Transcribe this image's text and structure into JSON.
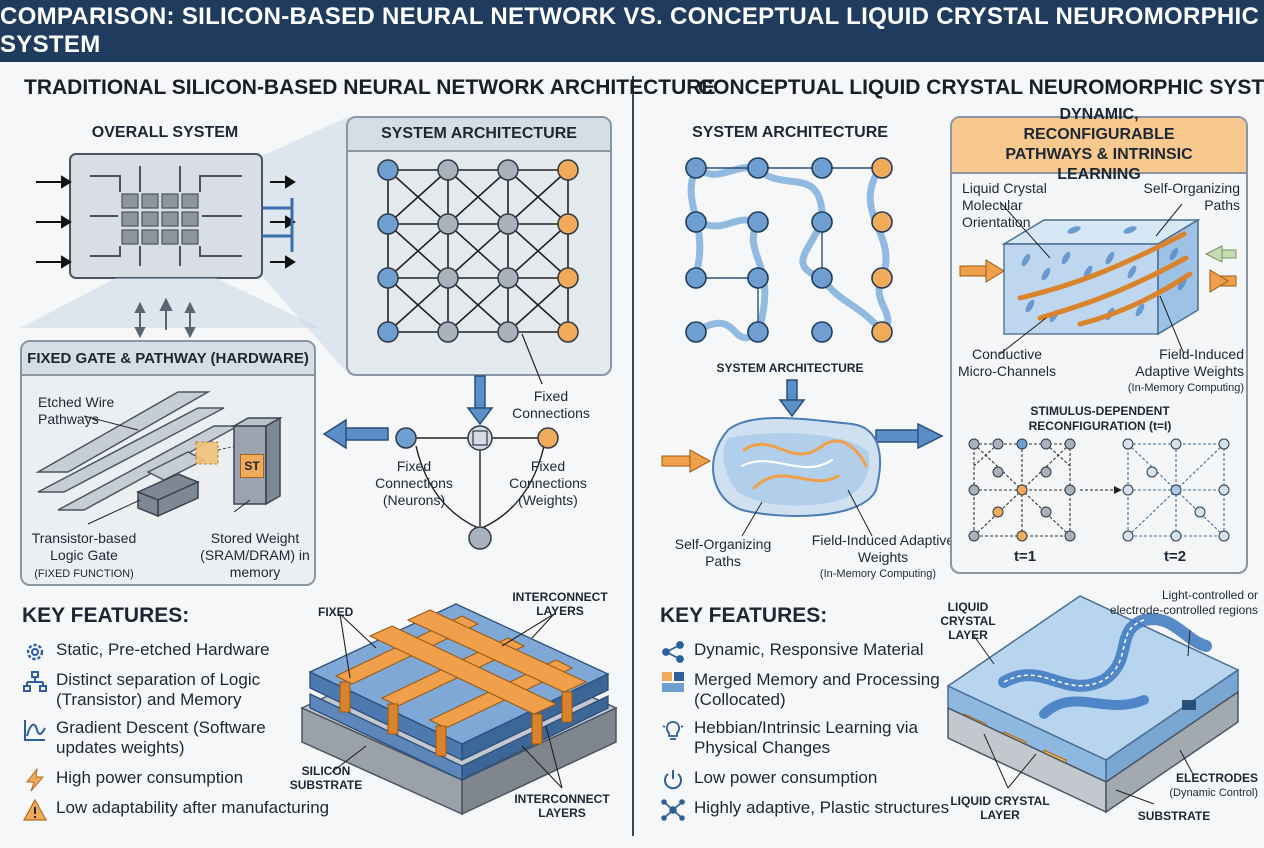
{
  "header": {
    "title": "COMPARISON: SILICON-BASED NEURAL NETWORK VS. CONCEPTUAL LIQUID CRYSTAL NEUROMORPHIC SYSTEM"
  },
  "left": {
    "title": "TRADITIONAL SILICON-BASED NEURAL NETWORK ARCHITECTURE",
    "overall_system": "OVERALL SYSTEM",
    "sys_arch_panel": "SYSTEM ARCHITECTURE",
    "fixed_connections": "Fixed Connections",
    "neurons_label": "Fixed Connections (Neurons)",
    "weights_label": "Fixed Connections (Weights)",
    "gate_panel": {
      "title": "FIXED GATE & PATHWAY (HARDWARE)",
      "etched": "Etched Wire Pathways",
      "transistor": "Transistor-based Logic Gate",
      "fixed_function": "(FIXED FUNCTION)",
      "stored": "Stored Weight (SRAM/DRAM) in memory",
      "chip_text": "ST"
    },
    "features_title": "KEY FEATURES:",
    "features": [
      {
        "icon": "gear-icon",
        "text": "Static, Pre-etched Hardware"
      },
      {
        "icon": "hierarchy-icon",
        "text": "Distinct separation of Logic (Transistor) and Memory"
      },
      {
        "icon": "curve-icon",
        "text": "Gradient Descent (Software updates weights)"
      },
      {
        "icon": "lightning-icon",
        "text": "High power consumption"
      },
      {
        "icon": "warning-icon",
        "text": "Low adaptability after manufacturing"
      }
    ],
    "stack": {
      "fixed": "FIXED",
      "interconnect_top": "INTERCONNECT LAYERS",
      "silicon": "SILICON SUBSTRATE",
      "interconnect_bottom": "INTERCONNECT LAYERS"
    }
  },
  "right": {
    "title": "CONCEPTUAL LIQUID CRYSTAL NEUROMORPHIC SYSTEM",
    "sys_arch": "SYSTEM ARCHITECTURE",
    "sys_arch_small": "SYSTEM ARCHITECTURE",
    "self_org": "Self-Organizing Paths",
    "field_induced": "Field-Induced Adaptive Weights",
    "in_memory": "(In-Memory Computing)",
    "dyn_panel": {
      "title": "DYNAMIC, RECONFIGURABLE PATHWAYS & INTRINSIC LEARNING",
      "lc_orientation": "Liquid Crystal Molecular Orientation",
      "self_org": "Self-Organizing Paths",
      "conductive": "Conductive Micro-Channels",
      "field_induced": "Field-Induced Adaptive Weights",
      "in_memory": "(In-Memory Computing)",
      "stimulus": "STIMULUS-DEPENDENT RECONFIGURATION (t=I)",
      "t1": "t=1",
      "t2": "t=2"
    },
    "features_title": "KEY FEATURES:",
    "features": [
      {
        "icon": "share-nodes-icon",
        "text": "Dynamic, Responsive Material"
      },
      {
        "icon": "blocks-icon",
        "text": "Merged Memory and Processing (Collocated)"
      },
      {
        "icon": "lightbulb-icon",
        "text": "Hebbian/Intrinsic Learning via Physical Changes"
      },
      {
        "icon": "power-icon",
        "text": "Low power consumption"
      },
      {
        "icon": "network-icon",
        "text": "Highly adaptive, Plastic structures"
      }
    ],
    "lc_block": {
      "lc_top": "LIQUID CRYSTAL LAYER",
      "light": "Light-controlled or electrode-controlled regions",
      "electrodes": "ELECTRODES",
      "dynamic": "(Dynamic Control)",
      "lc_bottom": "LIQUID CRYSTAL LAYER",
      "substrate": "SUBSTRATE"
    }
  },
  "colors": {
    "header": "#1f3c5e",
    "node_blue": "#6f9fd1",
    "node_gray": "#a9b1ba",
    "node_orange": "#f1a95a",
    "accent_orange": "#f0a04b"
  }
}
